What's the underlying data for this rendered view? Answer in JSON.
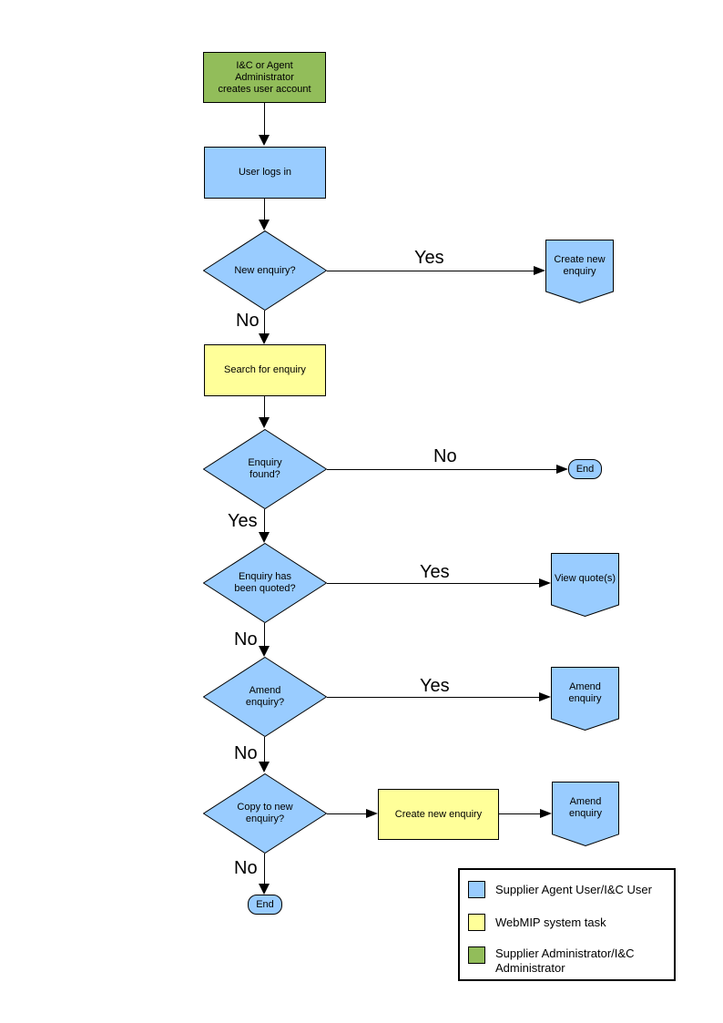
{
  "colors": {
    "user-task": "#99CCFF",
    "system-task": "#FFFF99",
    "admin-task": "#92BD5A"
  },
  "nodes": {
    "create_account": "I&C or Agent Administrator\ncreates user account",
    "user_logs_in": "User logs in",
    "new_enquiry": "New enquiry?",
    "create_new_enquiry_1": "Create new\nenquiry",
    "search_for_enquiry": "Search for enquiry",
    "enquiry_found": "Enquiry\nfound?",
    "end_1": "End",
    "enquiry_quoted": "Enquiry has\nbeen quoted?",
    "view_quotes": "View quote(s)",
    "amend_enquiry_q": "Amend\nenquiry?",
    "amend_enquiry_1": "Amend enquiry",
    "copy_to_new": "Copy to new\nenquiry?",
    "create_new_enquiry_2": "Create new enquiry",
    "amend_enquiry_2": "Amend enquiry",
    "end_2": "End"
  },
  "edge_labels": {
    "new_enquiry_yes": "Yes",
    "new_enquiry_no": "No",
    "enquiry_found_no": "No",
    "enquiry_found_yes": "Yes",
    "enquiry_quoted_yes": "Yes",
    "enquiry_quoted_no": "No",
    "amend_yes": "Yes",
    "amend_no": "No",
    "copy_no": "No"
  },
  "legend": {
    "items": [
      {
        "color": "#99CCFF",
        "label": "Supplier Agent User/I&C User"
      },
      {
        "color": "#FFFF99",
        "label": "WebMIP system task"
      },
      {
        "color": "#92BD5A",
        "label": "Supplier Administrator/I&C\nAdministrator"
      }
    ]
  }
}
